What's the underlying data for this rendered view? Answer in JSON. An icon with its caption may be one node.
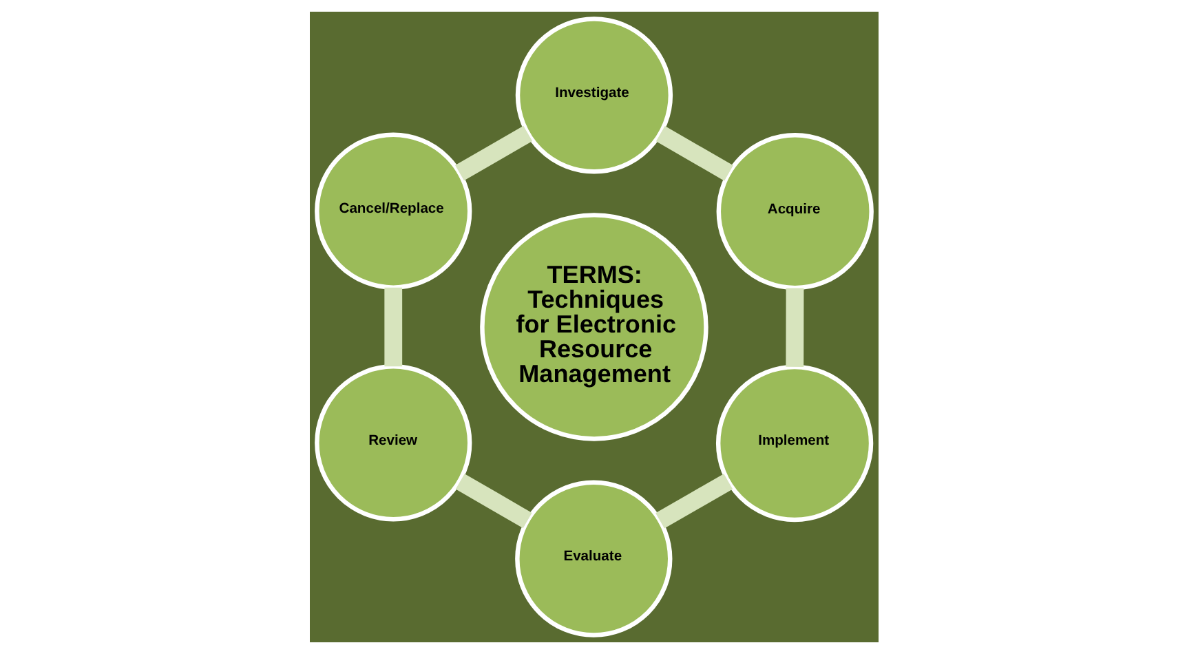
{
  "diagram": {
    "nodes": [
      {
        "text": [
          "TERMS: Techniques for Electronic Resource Management"
        ]
      },
      {
        "text": [
          "Investigate"
        ]
      },
      {
        "text": [
          "Acquire"
        ]
      },
      {
        "text": [
          "Implement"
        ]
      },
      {
        "text": [
          "Evaluate"
        ]
      },
      {
        "text": [
          "Review"
        ]
      },
      {
        "text": [
          "Cancel/Replace"
        ]
      }
    ],
    "edges": [
      {
        "from": 1,
        "to": 2,
        "arrow": "none"
      },
      {
        "from": 2,
        "to": 3,
        "arrow": "none"
      },
      {
        "from": 3,
        "to": 4,
        "arrow": "none"
      },
      {
        "from": 4,
        "to": 5,
        "arrow": "none"
      },
      {
        "from": 5,
        "to": 6,
        "arrow": "none"
      },
      {
        "from": 6,
        "to": 1,
        "arrow": "none"
      }
    ]
  }
}
